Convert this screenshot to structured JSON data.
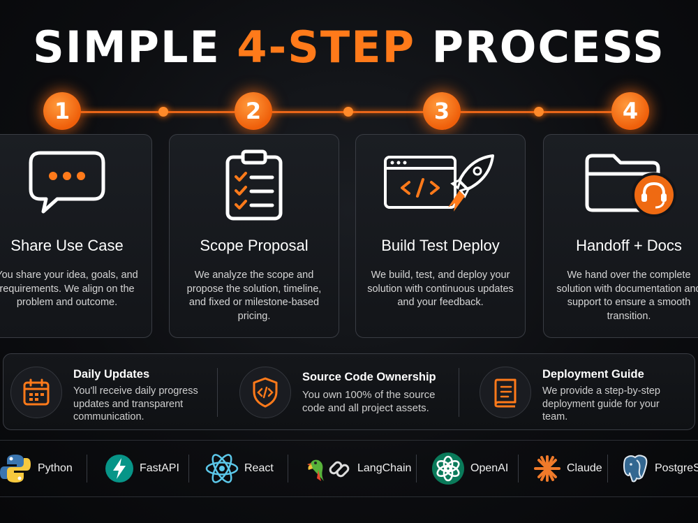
{
  "header": {
    "title_part1": "SIMPLE ",
    "title_accent": "4-STEP",
    "title_part2": " PROCESS"
  },
  "colors": {
    "accent": "#ff7a1a",
    "background": "#0c0d10",
    "card": "#1b1e23"
  },
  "timeline": {
    "numbers": [
      "1",
      "2",
      "3",
      "4"
    ]
  },
  "steps": [
    {
      "title": "Share Use Case",
      "icon": "chat-bubble-icon",
      "desc": "You share your idea, goals, and requirements. We align on the problem and outcome."
    },
    {
      "title": "Scope Proposal",
      "icon": "clipboard-checklist-icon",
      "desc": "We analyze the scope and propose the solution, timeline, and fixed or milestone-based pricing."
    },
    {
      "title": "Build Test Deploy",
      "icon": "code-window-rocket-icon",
      "desc": "We build, test, and deploy your solution with continuous updates and your feedback."
    },
    {
      "title": "Handoff + Docs",
      "icon": "folder-headset-icon",
      "desc": "We hand over the complete solution with documentation and support to ensure a smooth transition."
    }
  ],
  "features": [
    {
      "title": "Daily Updates",
      "icon": "calendar-icon",
      "desc": "You'll receive daily progress updates and transparent communication."
    },
    {
      "title": "Source Code Ownership",
      "icon": "shield-code-icon",
      "desc": "You own 100% of the source code and all project assets."
    },
    {
      "title": "Deployment Guide",
      "icon": "book-icon",
      "desc": "We provide a step-by-step deployment guide for your team."
    }
  ],
  "tech_stack": [
    {
      "name": "Python",
      "icon": "python-icon"
    },
    {
      "name": "FastAPI",
      "icon": "fastapi-icon"
    },
    {
      "name": "React",
      "icon": "react-icon"
    },
    {
      "name": "LangChain",
      "icon": "langchain-icon"
    },
    {
      "name": "OpenAI",
      "icon": "openai-icon"
    },
    {
      "name": "Claude",
      "icon": "claude-icon"
    },
    {
      "name": "PostgreSQL",
      "icon": "postgresql-icon"
    }
  ]
}
